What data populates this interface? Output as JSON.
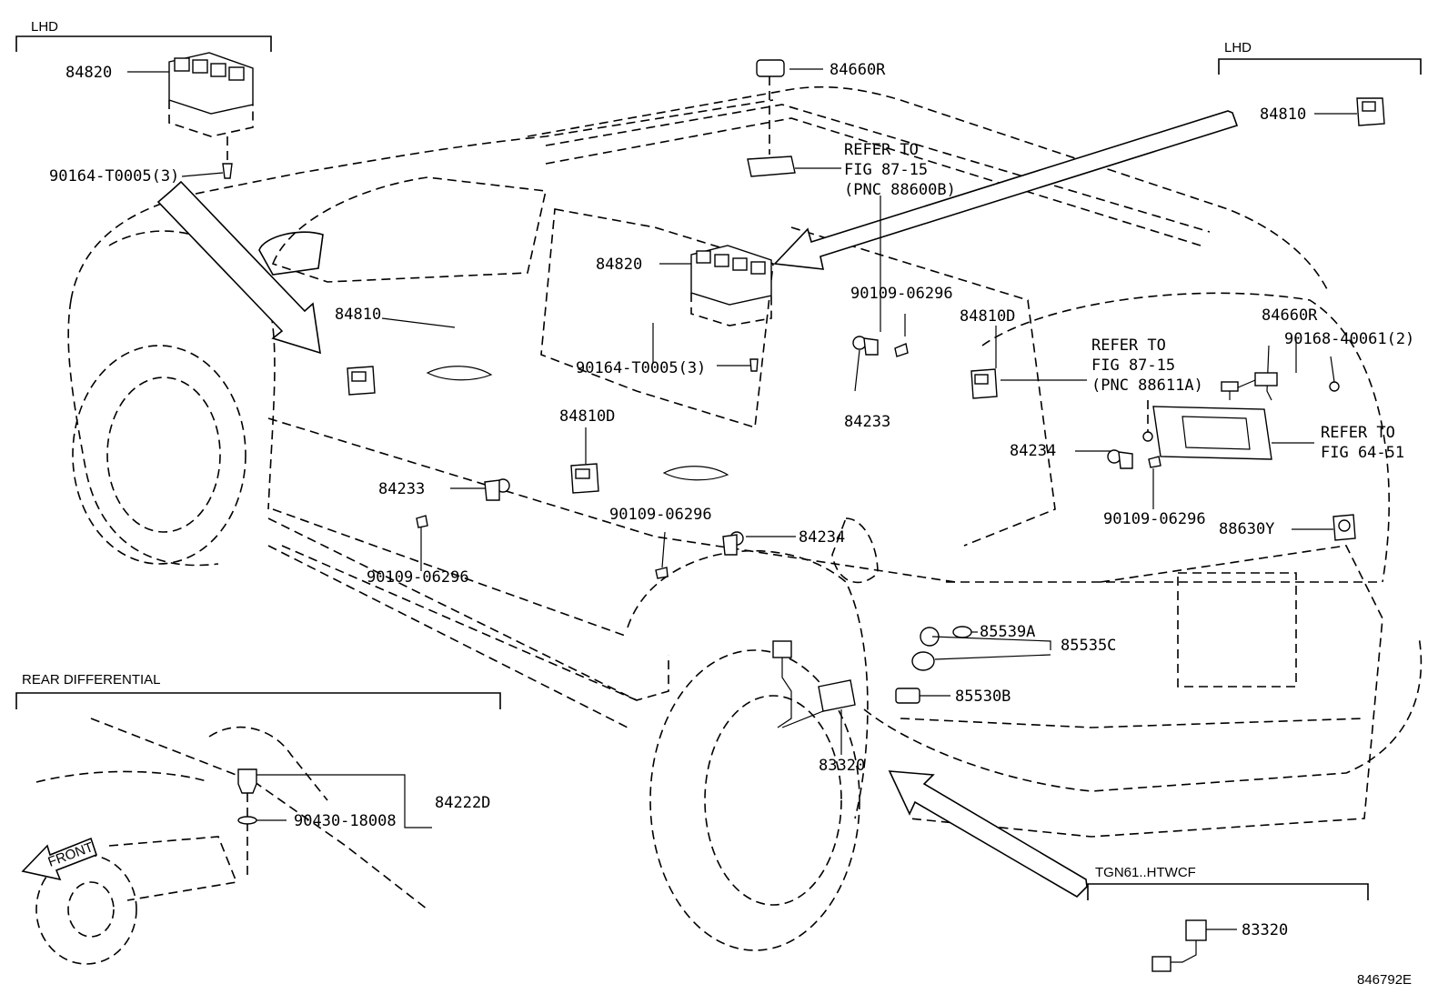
{
  "sections": {
    "lhd_left": "LHD",
    "lhd_right": "LHD",
    "rear_differential": "REAR DIFFERENTIAL",
    "tgn61": "TGN61..HTWCF"
  },
  "labels": {
    "p84820_a": "84820",
    "p90164_a": "90164-T0005(3)",
    "p84660R_a": "84660R",
    "refer1_l1": "REFER TO",
    "refer1_l2": "FIG 87-15",
    "refer1_l3": "(PNC 88600B)",
    "p84810_right": "84810",
    "p84820_b": "84820",
    "p84810_left": "84810",
    "p90109_a": "90109-06296",
    "p84810D_a": "84810D",
    "p90164_b": "90164-T0005(3)",
    "p84233_a": "84233",
    "refer2_l1": "REFER TO",
    "refer2_l2": "FIG 87-15",
    "refer2_l3": "(PNC 88611A)",
    "p84660R_b": "84660R",
    "p90168": "90168-40061(2)",
    "refer3_l1": "REFER TO",
    "refer3_l2": "FIG 64-51",
    "p84234_a": "84234",
    "p84810D_b": "84810D",
    "p84233_b": "84233",
    "p90109_b": "90109-06296",
    "p84234_b": "84234",
    "p90109_c": "90109-06296",
    "p90109_d": "90109-06296",
    "p88630Y": "88630Y",
    "p85539A": "85539A",
    "p85535C": "85535C",
    "p85530B": "85530B",
    "p83320_a": "83320",
    "p84222D": "84222D",
    "p90430": "90430-18008",
    "front": "FRONT",
    "p83320_b": "83320",
    "figure_number": "846792E"
  }
}
